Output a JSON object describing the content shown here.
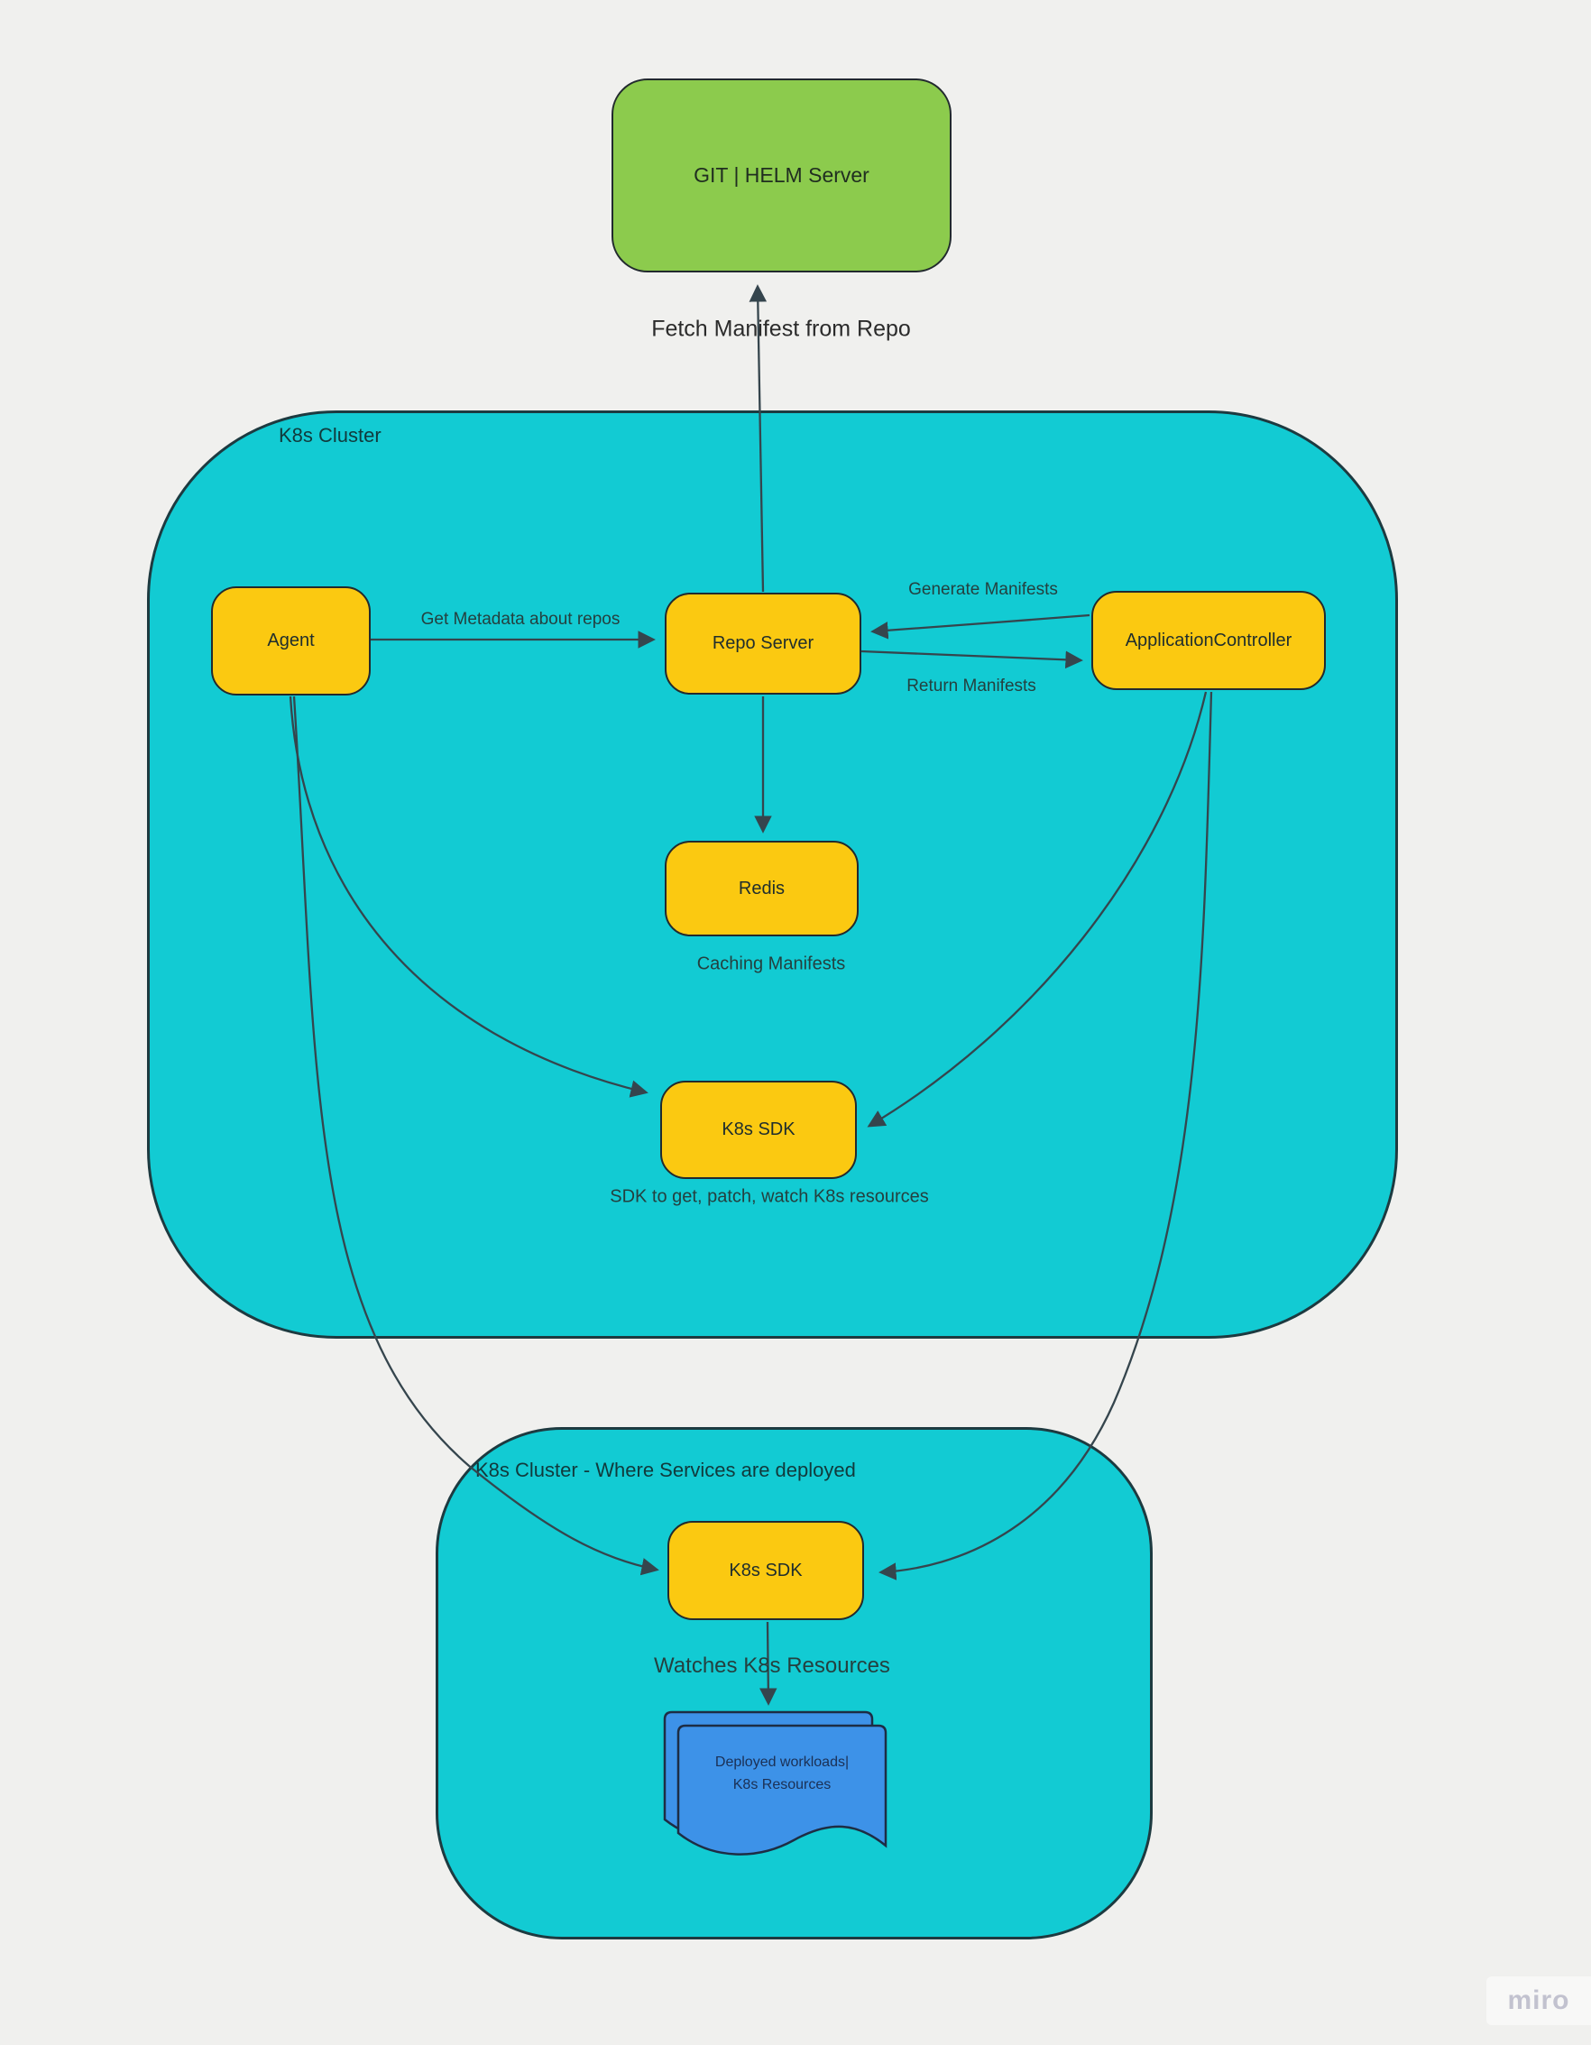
{
  "page": {
    "watermark": "miro"
  },
  "clusters": {
    "main": {
      "title": "K8s Cluster"
    },
    "deploy": {
      "title": "K8s Cluster - Where Services are deployed"
    }
  },
  "nodes": {
    "git_helm": {
      "label": "GIT | HELM Server"
    },
    "agent": {
      "label": "Agent"
    },
    "repo_server": {
      "label": "Repo Server"
    },
    "app_controller": {
      "label": "ApplicationController"
    },
    "redis": {
      "label": "Redis"
    },
    "k8s_sdk_main": {
      "label": "K8s SDK"
    },
    "k8s_sdk_deploy": {
      "label": "K8s SDK"
    }
  },
  "edge_labels": {
    "fetch_manifest": "Fetch Manifest from Repo",
    "get_metadata": "Get Metadata about repos",
    "generate_manifests": "Generate Manifests",
    "return_manifests": "Return Manifests",
    "caching_manifests": "Caching Manifests",
    "sdk_description": "SDK to get, patch, watch K8s resources",
    "watches_resources": "Watches K8s Resources"
  },
  "document": {
    "line1": "Deployed workloads|",
    "line2": "K8s Resources"
  },
  "colors": {
    "background": "#f0f0ee",
    "cluster_fill": "#12cbd3",
    "node_fill": "#fbc911",
    "green_fill": "#8ccb4d",
    "doc_fill": "#3d92e8",
    "stroke": "#35454d"
  }
}
